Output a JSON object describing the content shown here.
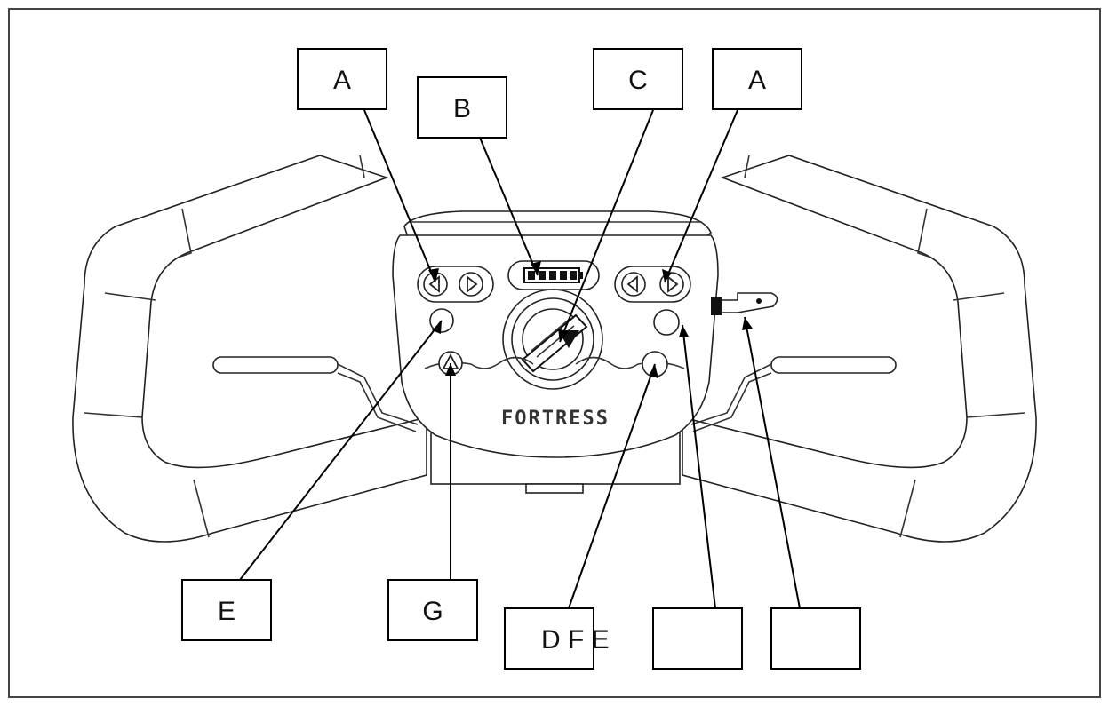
{
  "callouts": {
    "a_left": "A",
    "b": "B",
    "c": "C",
    "a_right": "A",
    "e": "E",
    "g": "G",
    "dfe": "D F E",
    "blank_1": "",
    "blank_2": ""
  },
  "console": {
    "brand": "FORTRESS"
  },
  "icons": [
    "left-arrow-icon",
    "right-arrow-icon",
    "battery-gauge-icon",
    "hazard-triangle-icon",
    "key-icon"
  ]
}
